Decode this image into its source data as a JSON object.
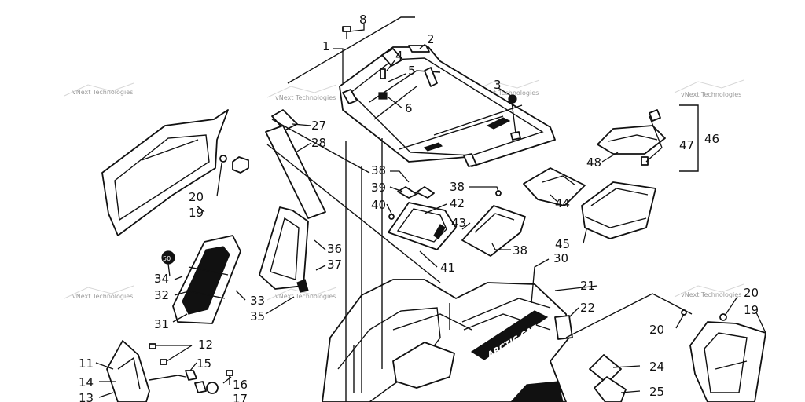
{
  "watermark_text": "vNext Technologies",
  "logo_text": "ARCTIC CAT",
  "badge_text": "50",
  "callouts": {
    "c1": "1",
    "c2": "2",
    "c3": "3",
    "c4": "4",
    "c5": "5",
    "c6": "6",
    "c8": "8",
    "c11": "11",
    "c12": "12",
    "c13": "13",
    "c14": "14",
    "c15": "15",
    "c16": "16",
    "c17": "17",
    "c19a": "19",
    "c19b": "19",
    "c20a": "20",
    "c20b": "20",
    "c20c": "20",
    "c21": "21",
    "c22": "22",
    "c24": "24",
    "c25": "25",
    "c27": "27",
    "c28": "28",
    "c30": "30",
    "c31": "31",
    "c32": "32",
    "c33": "33",
    "c34": "34",
    "c35": "35",
    "c36": "36",
    "c37": "37",
    "c38a": "38",
    "c38b": "38",
    "c38c": "38",
    "c39": "39",
    "c40": "40",
    "c41": "41",
    "c42": "42",
    "c43": "43",
    "c44": "44",
    "c45": "45",
    "c46": "46",
    "c47": "47",
    "c48": "48"
  }
}
